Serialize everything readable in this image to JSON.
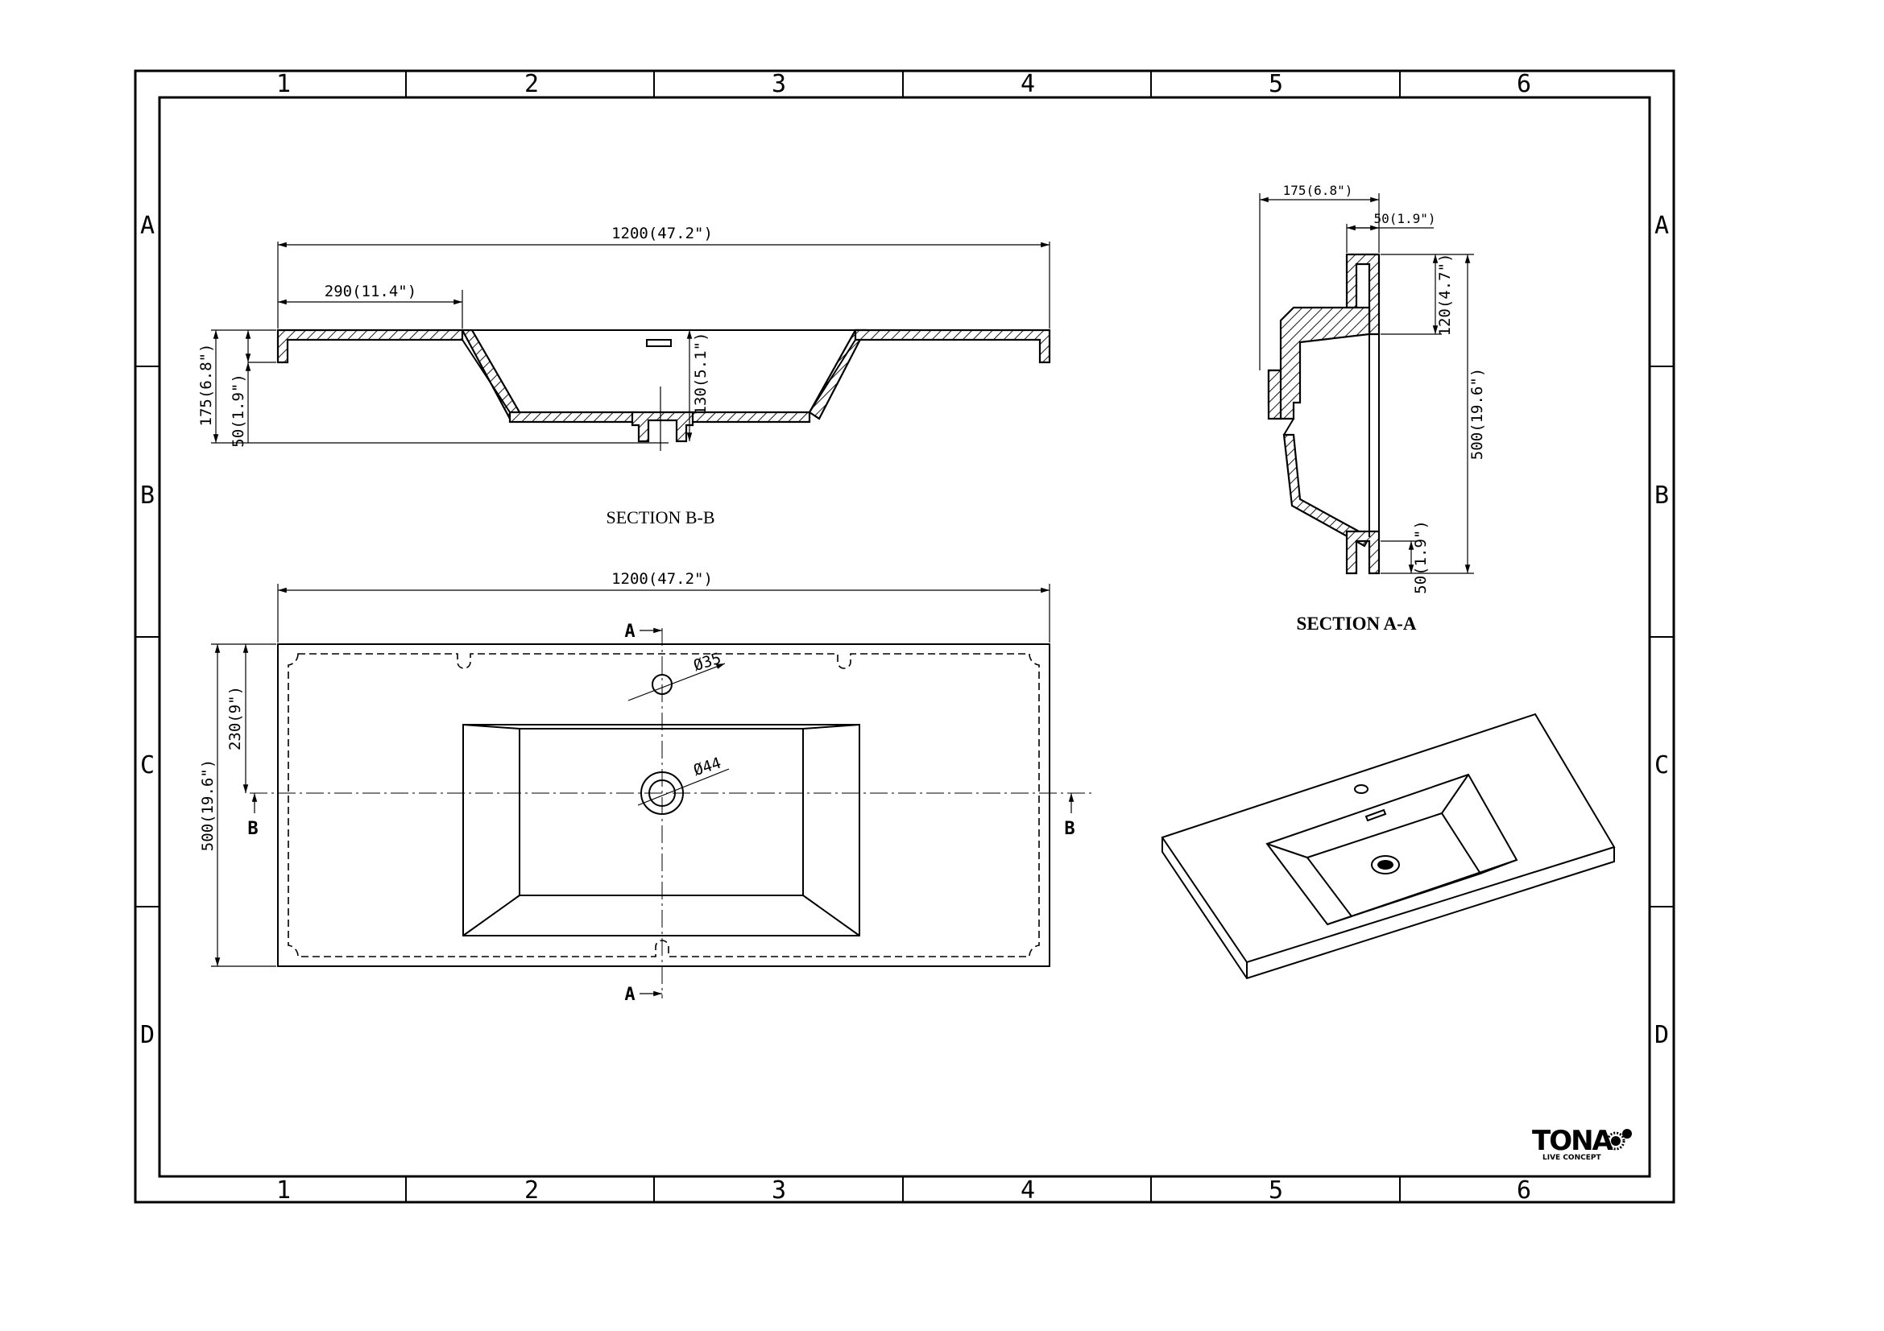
{
  "drawing": {
    "border": {
      "columns": [
        "1",
        "2",
        "3",
        "4",
        "5",
        "6"
      ],
      "rows": [
        "A",
        "B",
        "C",
        "D"
      ]
    },
    "section_bb": {
      "title": "SECTION B-B",
      "dims": {
        "total_width": "1200(47.2\")",
        "deck_width": "290(11.4\")",
        "total_height": "175(6.8\")",
        "deck_height": "50(1.9\")",
        "bowl_depth": "130(5.1\")"
      }
    },
    "section_aa": {
      "title": "SECTION A-A",
      "dims": {
        "top_width": "175(6.8\")",
        "rim_width": "50(1.9\")",
        "top_height": "120(4.7\")",
        "depth": "500(19.6\")",
        "bottom_height": "50(1.9\")"
      }
    },
    "plan": {
      "dims": {
        "width": "1200(47.2\")",
        "depth": "500(19.6\")",
        "offset": "230(9\")",
        "tap_hole": "Ø35",
        "drain": "Ø44"
      },
      "cut_labels": {
        "a_top": "A",
        "a_bottom": "A",
        "b_left": "B",
        "b_right": "B"
      }
    },
    "logo": {
      "name": "TONA",
      "tagline": "LIVE CONCEPT"
    }
  }
}
